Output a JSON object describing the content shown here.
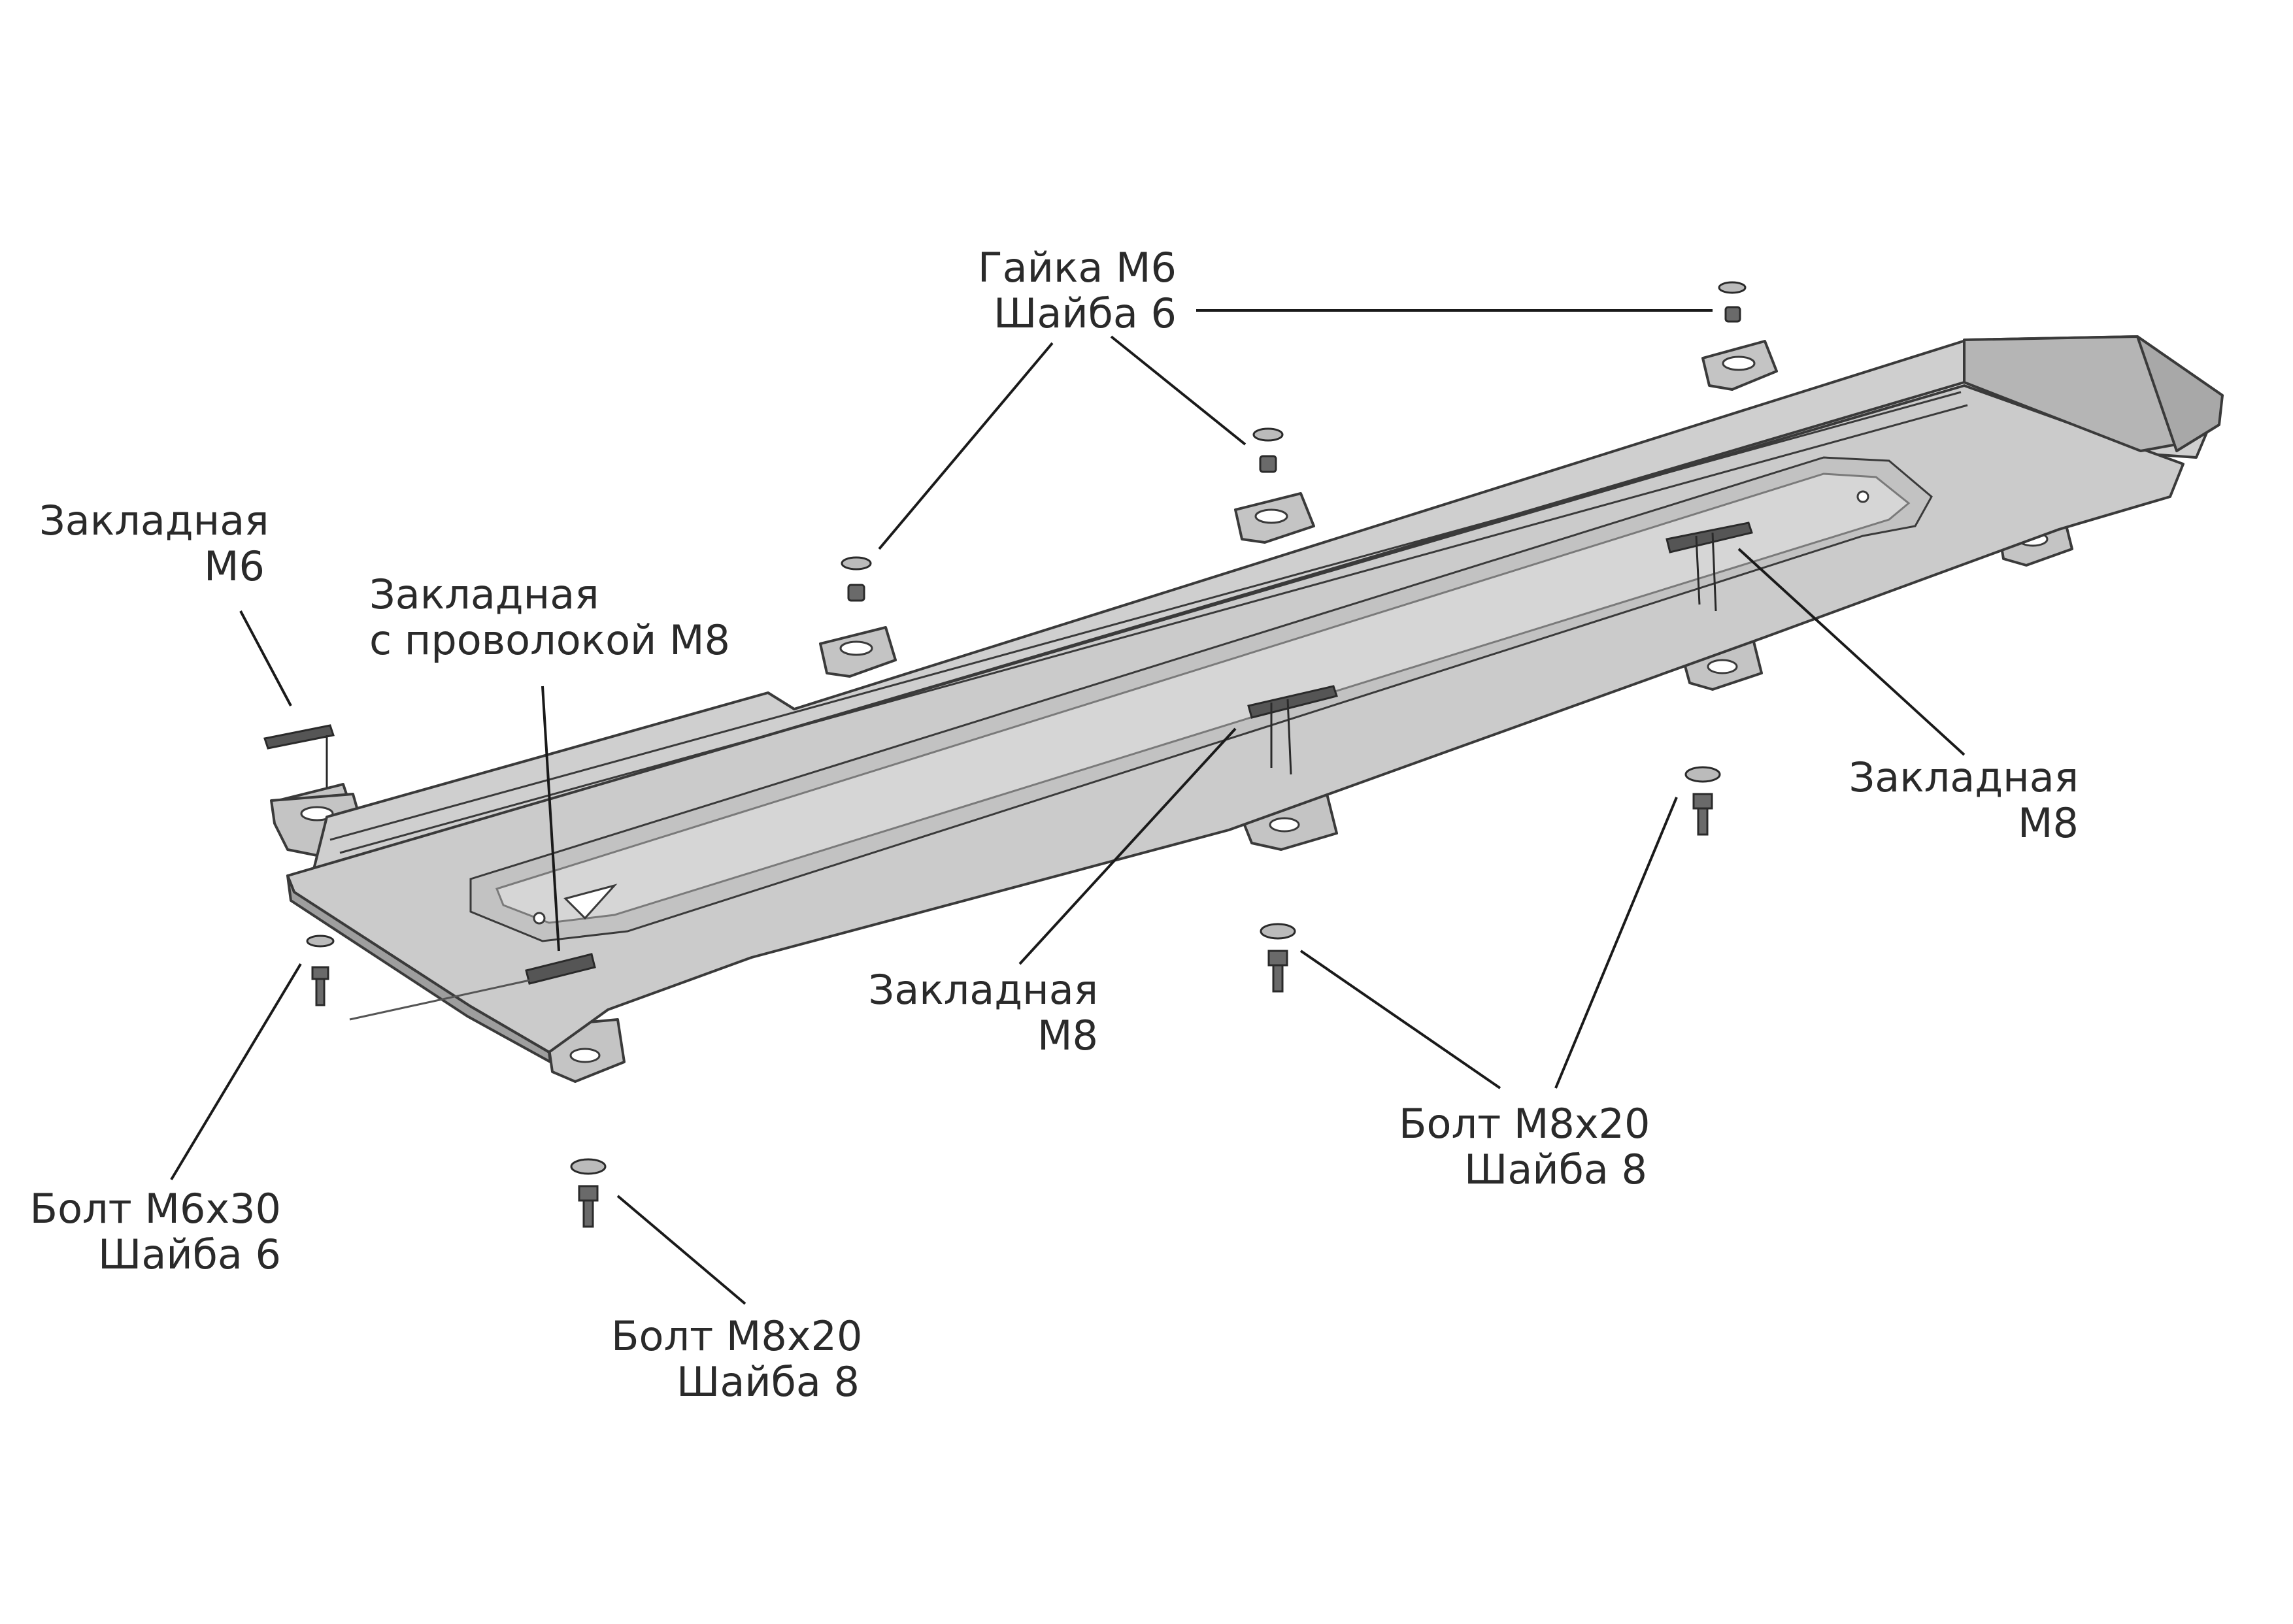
{
  "labels": {
    "nut_m6": {
      "line1": "Гайка М6",
      "line2": "Шайба 6"
    },
    "embed_m6": {
      "line1": "Закладная",
      "line2": "М6"
    },
    "embed_wire_m8": {
      "line1": "Закладная",
      "line2": "с проволокой М8"
    },
    "embed_m8_right": {
      "line1": "Закладная",
      "line2": "М8"
    },
    "embed_m8_center": {
      "line1": "Закладная",
      "line2": "М8"
    },
    "bolt_m8_right": {
      "line1": "Болт М8х20",
      "line2": "Шайба 8"
    },
    "bolt_m6_left": {
      "line1": "Болт М6х30",
      "line2": "Шайба 6"
    },
    "bolt_m8_bottom": {
      "line1": "Болт М8х20",
      "line2": "Шайба 8"
    }
  },
  "colors": {
    "plate_fill": "#c8c8c8",
    "plate_top": "#d4d4d4",
    "edge": "#3a3a3a",
    "hardware": "#555555",
    "leader": "#1a1a1a"
  }
}
